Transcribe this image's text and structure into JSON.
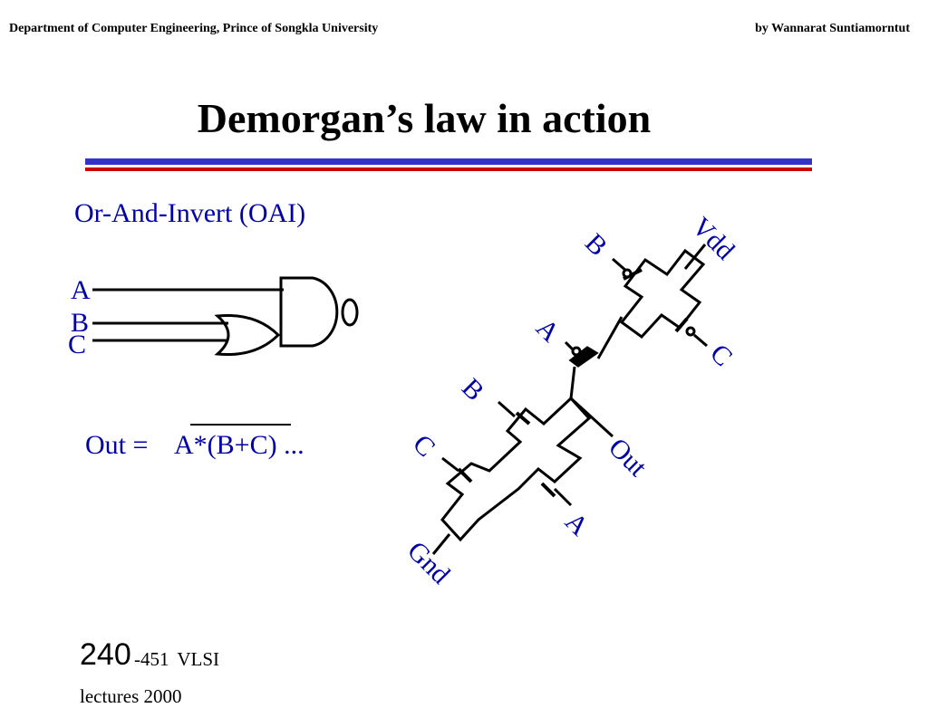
{
  "header": {
    "department": "Department of Computer Engineering, Prince of Songkla University",
    "author": "by Wannarat Suntiamorntut"
  },
  "slide": {
    "title": "Demorgan’s law in action",
    "subtitle": "Or-And-Invert (OAI)"
  },
  "gate_inputs": [
    "A",
    "B",
    "C"
  ],
  "equation": {
    "prefix": "Out = ",
    "body": "A*(B+C) ..."
  },
  "circuit_labels": {
    "vdd": "Vdd",
    "b_top": "B",
    "a_mid": "A",
    "c_right": "C",
    "b_low": "B",
    "c_low": "C",
    "out": "Out",
    "a_low": "A",
    "gnd": "Gnd"
  },
  "footer": {
    "number": "240",
    "course": "-451 VLSI",
    "sub": "lectures 2000"
  },
  "colors": {
    "label": "#0000aa",
    "rule_blue": "#3333cc",
    "rule_red": "#cc0000"
  }
}
